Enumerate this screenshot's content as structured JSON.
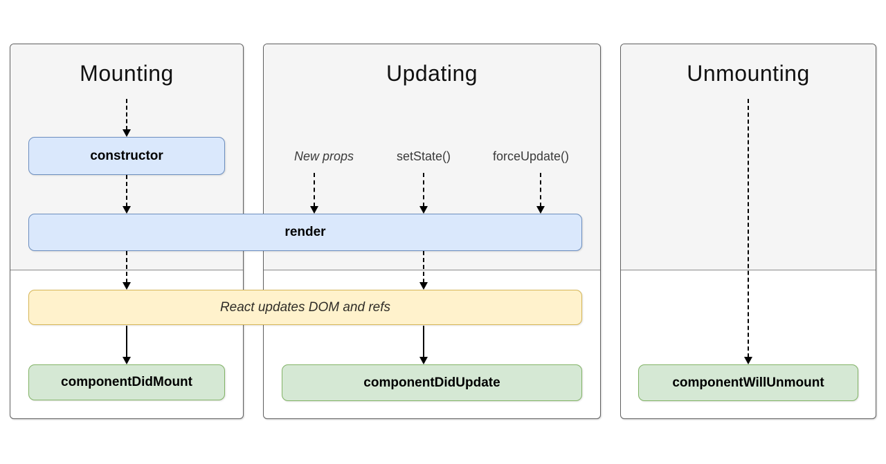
{
  "diagram": {
    "columns": {
      "mounting": {
        "title": "Mounting"
      },
      "updating": {
        "title": "Updating",
        "triggers": {
          "new_props": "New props",
          "set_state": "setState()",
          "force_update": "forceUpdate()"
        }
      },
      "unmounting": {
        "title": "Unmounting"
      }
    },
    "nodes": {
      "constructor": {
        "label": "constructor"
      },
      "render": {
        "label": "render"
      },
      "react_updates_dom": {
        "label": "React updates DOM and refs"
      },
      "component_did_mount": {
        "label": "componentDidMount"
      },
      "component_did_update": {
        "label": "componentDidUpdate"
      },
      "component_will_unmount": {
        "label": "componentWillUnmount"
      }
    },
    "colors": {
      "lifecycle_method_fill": "#dae8fc",
      "lifecycle_method_border": "#6c8ebf",
      "commit_phase_fill": "#d5e8d4",
      "commit_phase_border": "#82b366",
      "react_internal_fill": "#fff2cc",
      "react_internal_border": "#d6b656",
      "panel_header_fill": "#f5f5f5",
      "panel_border": "#5f5f5f"
    }
  }
}
